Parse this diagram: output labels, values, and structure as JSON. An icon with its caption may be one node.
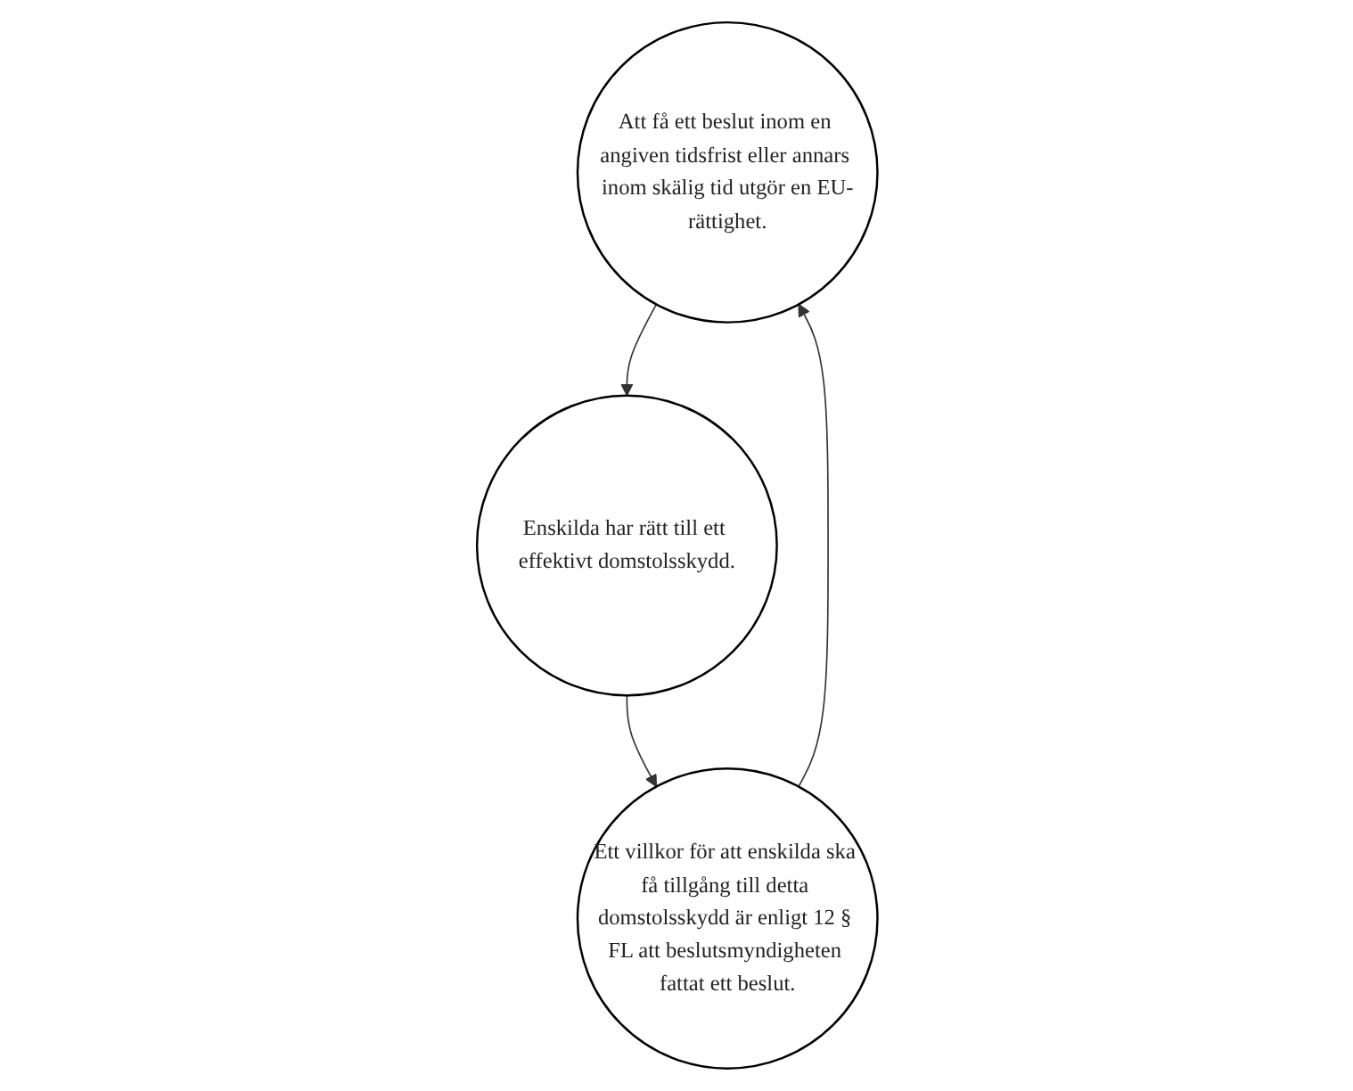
{
  "diagram": {
    "nodes": [
      {
        "text": [
          "Att få ett beslut inom en angiven tidsfrist eller annars inom skälig tid utgör en EU-rättighet."
        ]
      },
      {
        "text": [
          "Enskilda har rätt till ett effektivt domstolsskydd."
        ]
      },
      {
        "text": [
          "Ett villkor för att enskilda ska få tillgång till detta domstolsskydd är enligt 12 § FL att beslutsmyndigheten fattat ett beslut."
        ]
      }
    ],
    "edges": [
      {
        "from": 0,
        "to": 1,
        "arrow": "to"
      },
      {
        "from": 1,
        "to": 2,
        "arrow": "to"
      },
      {
        "from": 2,
        "to": 0,
        "arrow": "to"
      }
    ]
  }
}
